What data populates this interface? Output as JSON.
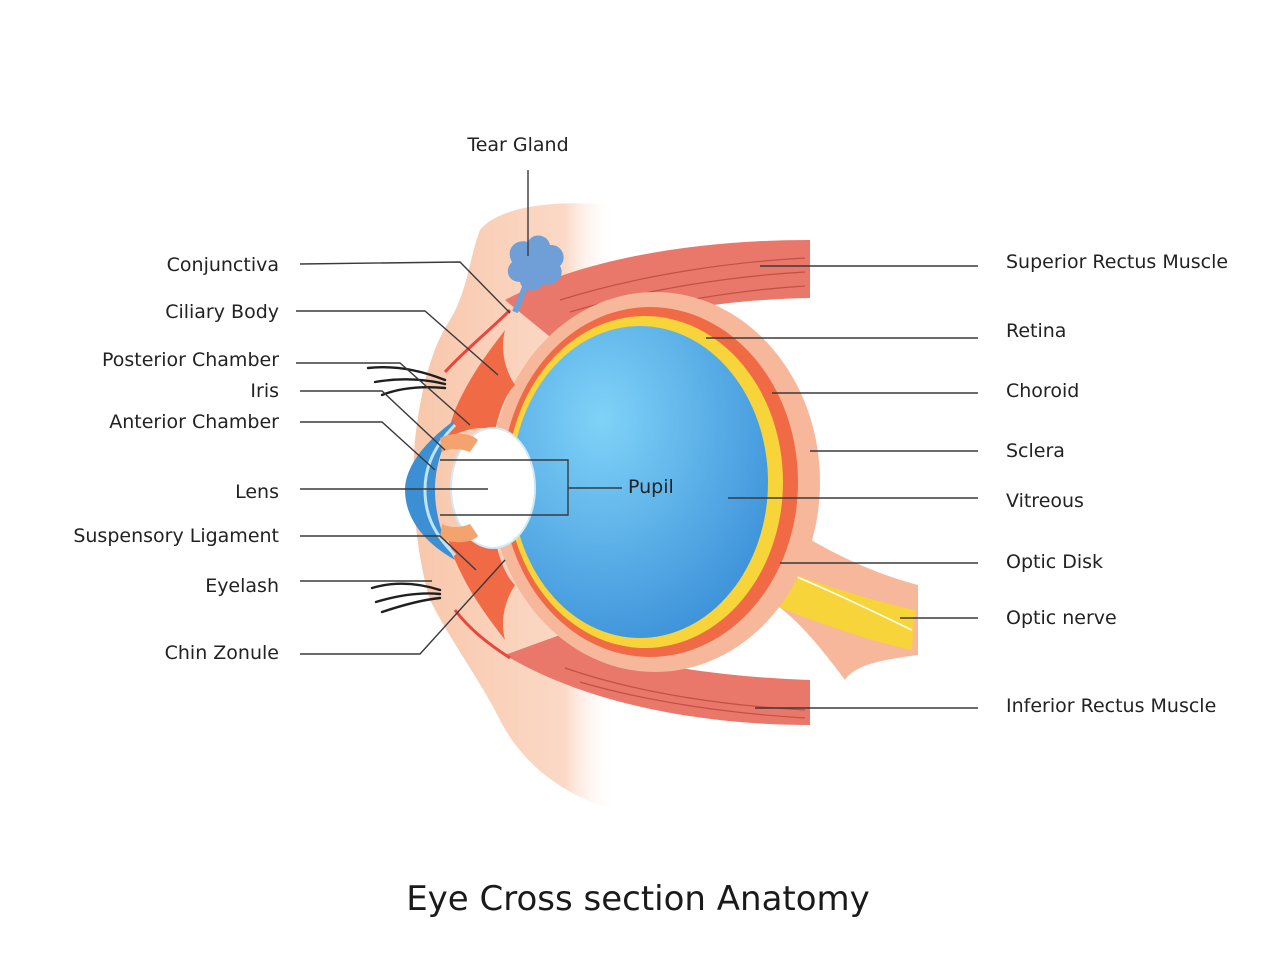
{
  "title": "Eye Cross section Anatomy",
  "labels": {
    "tear_gland": "Tear Gland",
    "conjunctiva": "Conjunctiva",
    "ciliary_body": "Ciliary Body",
    "posterior_chamber": "Posterior Chamber",
    "iris": "Iris",
    "anterior_chamber": "Anterior Chamber",
    "lens": "Lens",
    "suspensory_ligament": "Suspensory Ligament",
    "eyelash": "Eyelash",
    "chin_zonule": "Chin Zonule",
    "pupil": "Pupil",
    "superior_rectus_muscle": "Superior Rectus Muscle",
    "retina": "Retina",
    "choroid": "Choroid",
    "sclera": "Sclera",
    "vitreous": "Vitreous",
    "optic_disk": "Optic Disk",
    "optic_nerve": "Optic nerve",
    "inferior_rectus_muscle": "Inferior Rectus Muscle"
  },
  "colors": {
    "vitreous": "#4aa3df",
    "cornea": "#3d8fd4",
    "sclera": "#f7b79a",
    "choroid": "#ef6a45",
    "retina": "#f6d43a",
    "muscle": "#e9776a",
    "skin": "#fbd8c4",
    "tear_gland": "#6f9fd6",
    "lens": "#ffffff"
  }
}
